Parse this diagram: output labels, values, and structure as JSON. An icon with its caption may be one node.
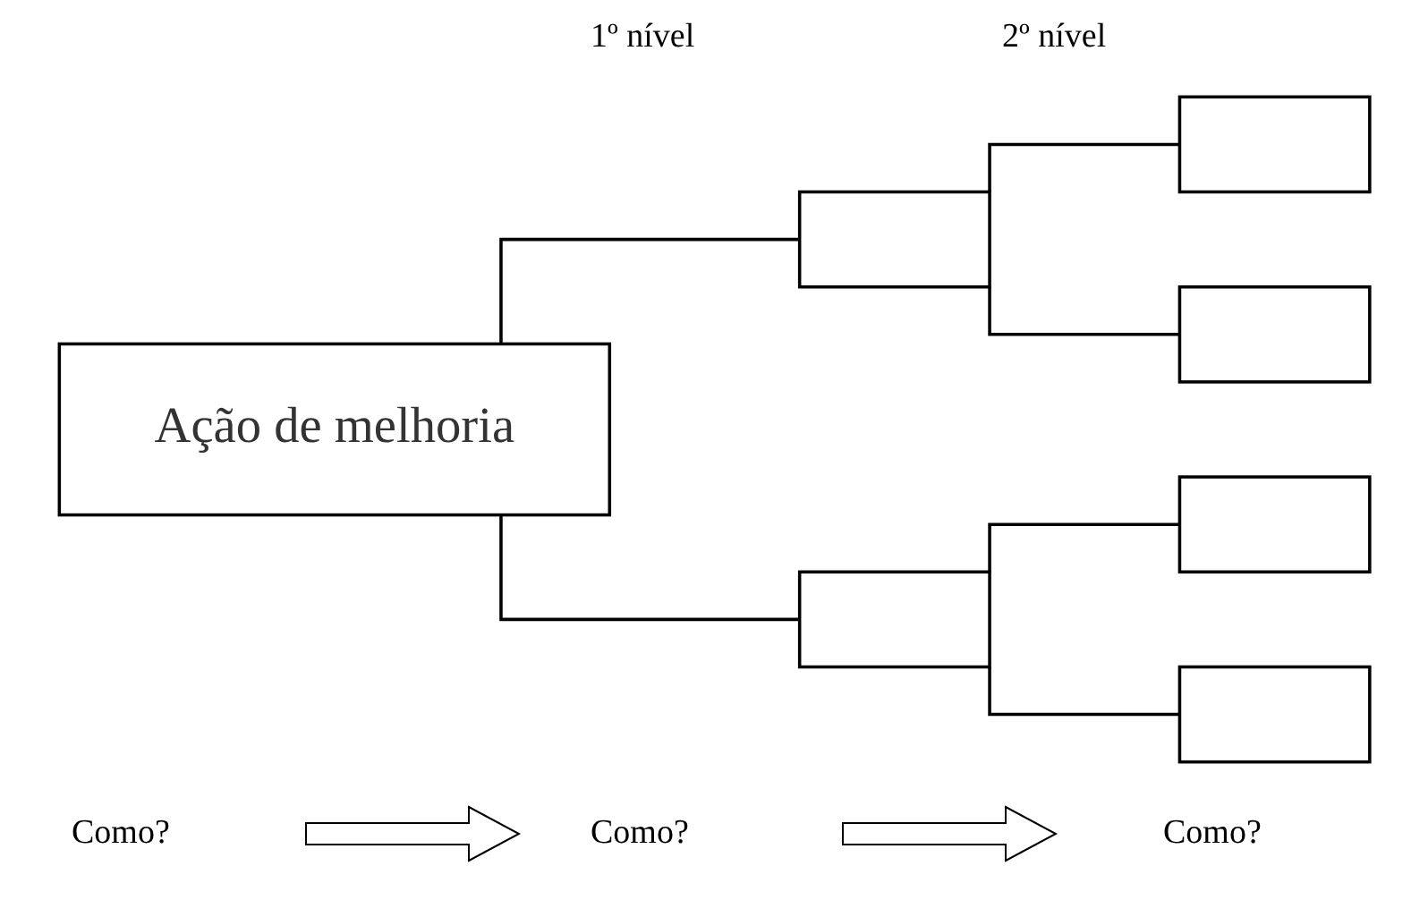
{
  "diagram": {
    "nodes": [
      {
        "text": [
          "Ação de melhoria"
        ]
      },
      {
        "text": [],
        "shape": "box"
      },
      {
        "text": [],
        "shape": "box"
      },
      {
        "text": [],
        "shape": "box"
      },
      {
        "text": [],
        "shape": "box"
      },
      {
        "text": [],
        "shape": "box"
      },
      {
        "text": [],
        "shape": "box"
      }
    ],
    "edges": [
      {
        "from": 0,
        "to": 1,
        "arrow": "none"
      },
      {
        "from": 0,
        "to": 2,
        "arrow": "none"
      },
      {
        "from": 1,
        "to": 3,
        "arrow": "none"
      },
      {
        "from": 1,
        "to": 4,
        "arrow": "none"
      },
      {
        "from": 2,
        "to": 5,
        "arrow": "none"
      },
      {
        "from": 2,
        "to": 6,
        "arrow": "none"
      }
    ],
    "labels": [
      "2º nível",
      "1º nível",
      "Como?",
      "Como?",
      "Como?"
    ]
  }
}
